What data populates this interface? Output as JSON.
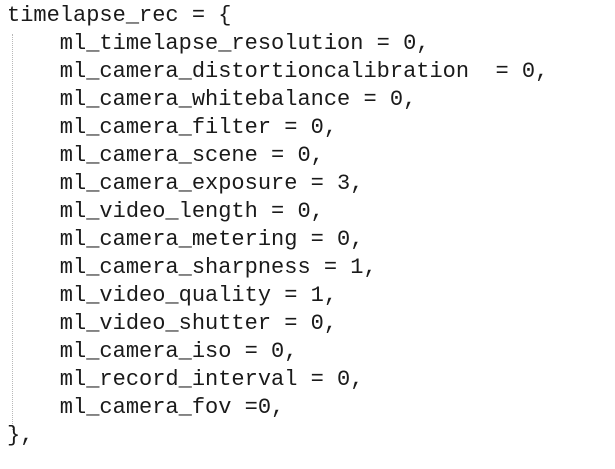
{
  "code": {
    "lines": [
      "timelapse_rec = {",
      "    ml_timelapse_resolution = 0,",
      "    ml_camera_distortioncalibration  = 0,",
      "    ml_camera_whitebalance = 0,",
      "    ml_camera_filter = 0,",
      "    ml_camera_scene = 0,",
      "    ml_camera_exposure = 3,",
      "    ml_video_length = 0,",
      "    ml_camera_metering = 0,",
      "    ml_camera_sharpness = 1,",
      "    ml_video_quality = 1,",
      "    ml_video_shutter = 0,",
      "    ml_camera_iso = 0,",
      "    ml_record_interval = 0,",
      "    ml_camera_fov =0,",
      "},"
    ]
  }
}
